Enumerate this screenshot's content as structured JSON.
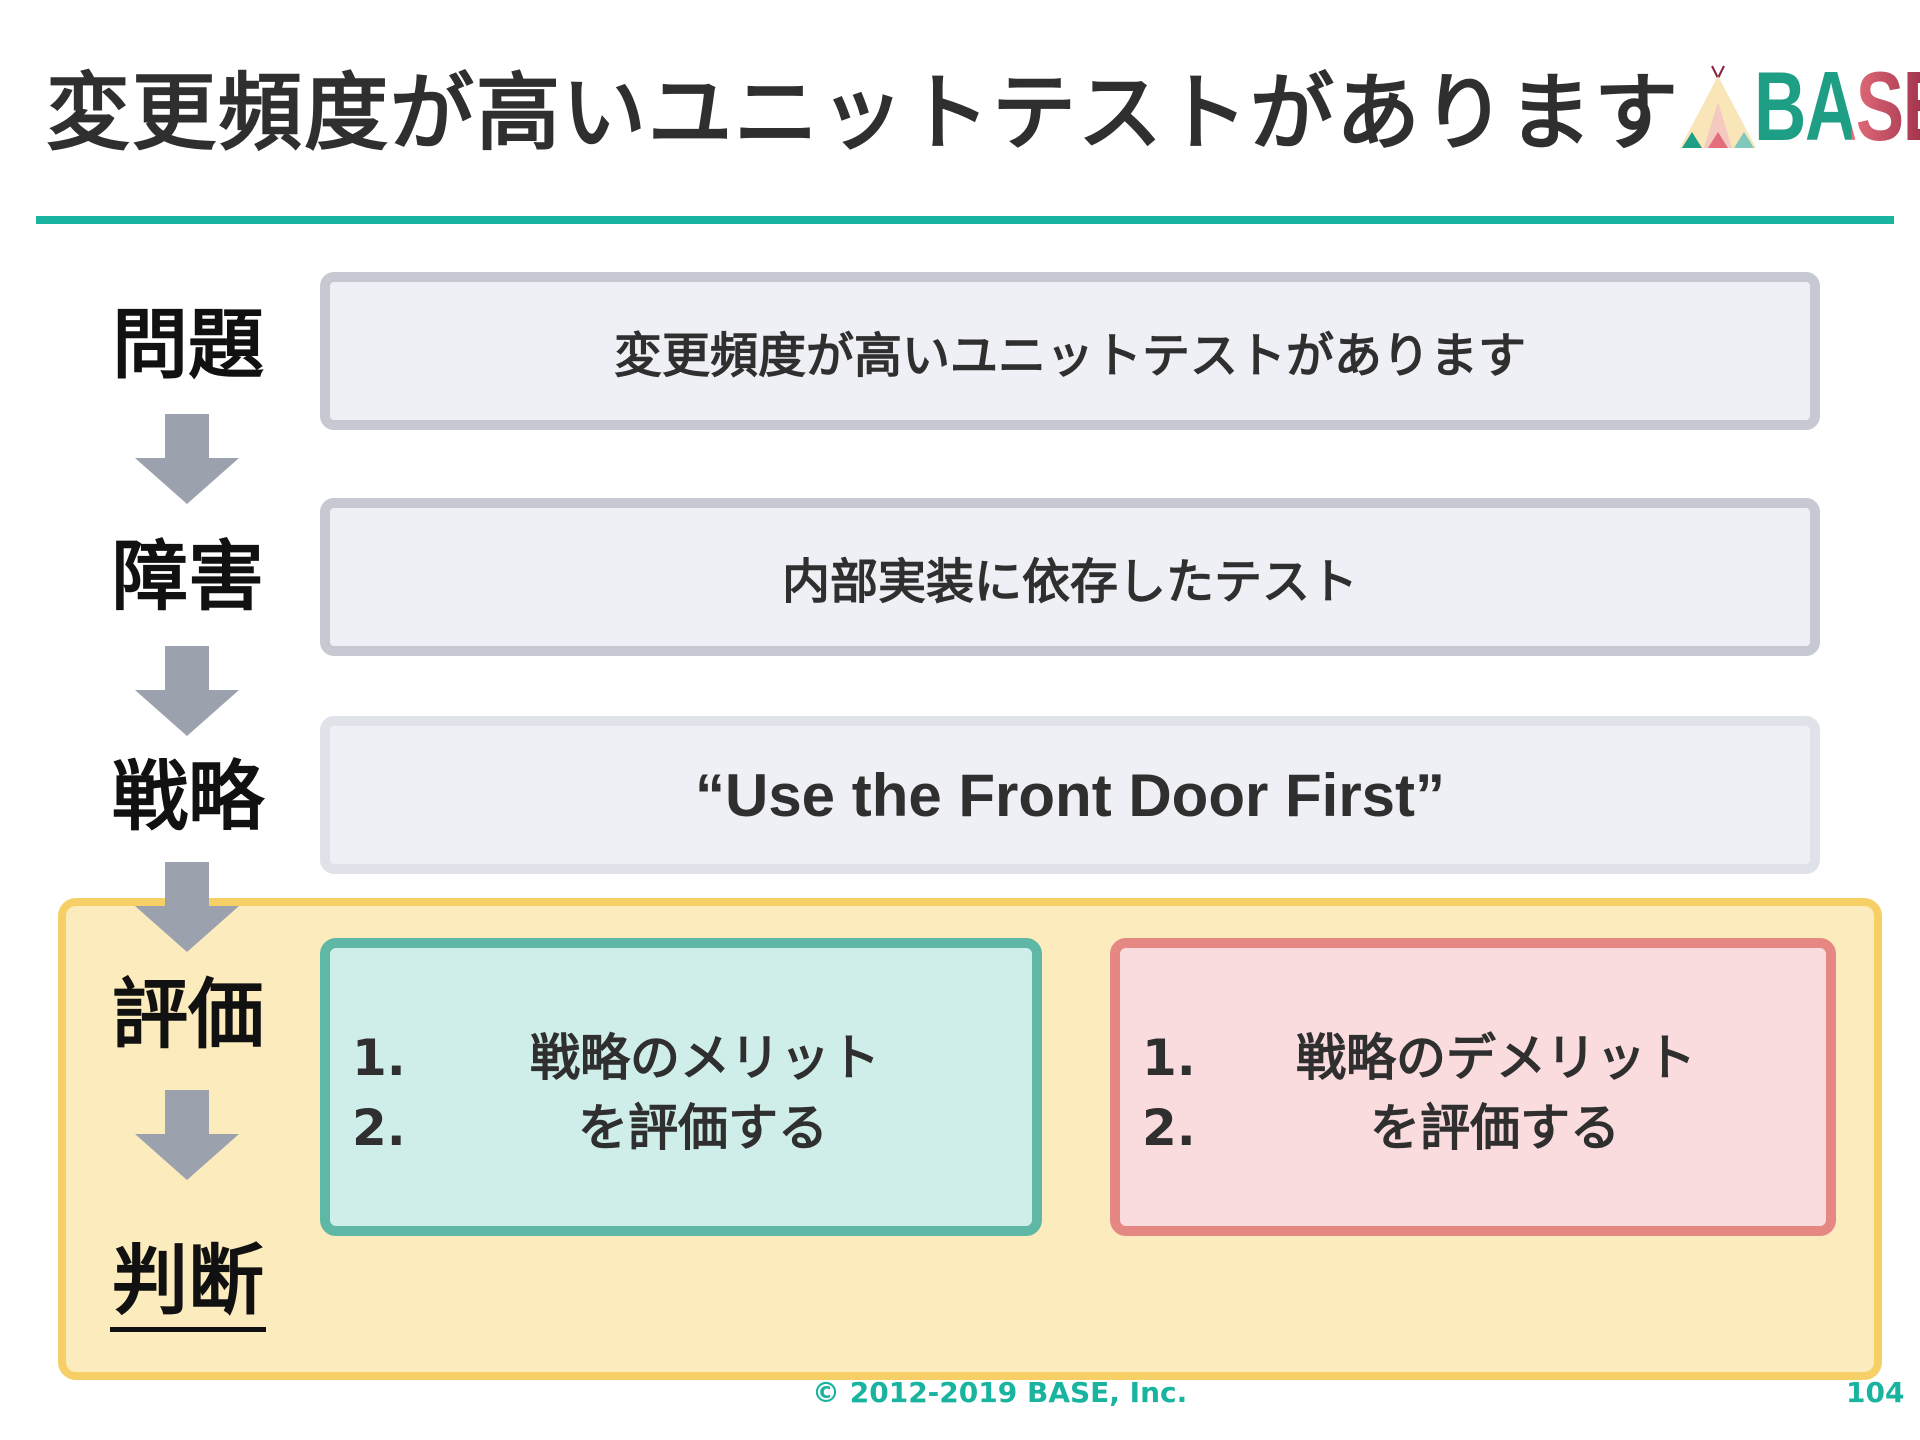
{
  "slide": {
    "title": "変更頻度が高いユニットテストがあります",
    "logo_text": "BASE",
    "colors": {
      "accent": "#18b4a0",
      "eval_panel": "#fcebbc",
      "merit": "#cfeeea",
      "demerit": "#fadbde"
    }
  },
  "steps": [
    {
      "label": "問題",
      "content": "変更頻度が高いユニットテストがあります"
    },
    {
      "label": "障害",
      "content": "内部実装に依存したテスト"
    },
    {
      "label": "戦略",
      "content": "“Use the Front Door First”"
    },
    {
      "label": "評価"
    },
    {
      "label": "判断"
    }
  ],
  "evaluation": {
    "merit": {
      "num1": "1.",
      "num2": "2.",
      "line1": "戦略のメリット",
      "line2": "を評価する"
    },
    "demerit": {
      "num1": "1.",
      "num2": "2.",
      "line1": "戦略のデメリット",
      "line2": "を評価する"
    }
  },
  "footer": {
    "copyright": "© 2012-2019 BASE, Inc.",
    "page_number": "104"
  }
}
